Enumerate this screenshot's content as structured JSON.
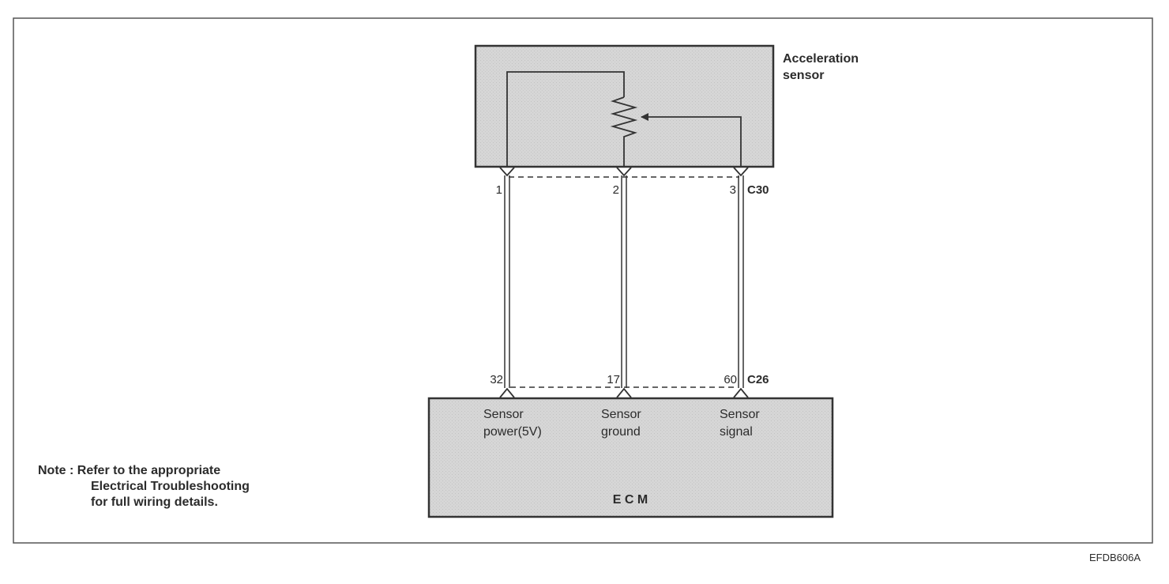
{
  "sensor": {
    "name_line1": "Acceleration",
    "name_line2": "sensor",
    "connector": "C30",
    "pins": [
      "1",
      "2",
      "3"
    ]
  },
  "ecm": {
    "name": "E C M",
    "connector": "C26",
    "pins": [
      "32",
      "17",
      "60"
    ],
    "terminals": [
      {
        "line1": "Sensor",
        "line2": "power(5V)"
      },
      {
        "line1": "Sensor",
        "line2": "ground"
      },
      {
        "line1": "Sensor",
        "line2": "signal"
      }
    ]
  },
  "note": {
    "line1": "Note : Refer to the appropriate",
    "line2": "Electrical Troubleshooting",
    "line3": "for full wiring details."
  },
  "figure_code": "EFDB606A"
}
